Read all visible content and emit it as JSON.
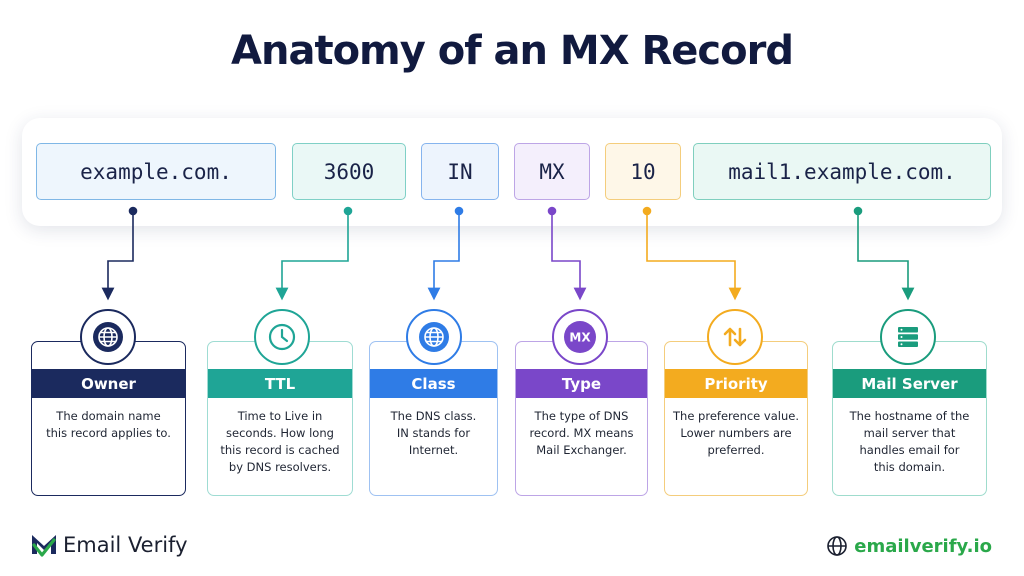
{
  "title": "Anatomy of an MX Record",
  "colors": {
    "navy": "#1b2a5e",
    "teal": "#1fa596",
    "blue": "#2f7ce6",
    "purple": "#7a47c9",
    "orange": "#f3ab1f",
    "green": "#1a9c7d",
    "brand_green": "#2aa84a"
  },
  "record": {
    "fields": [
      {
        "value": "example.com."
      },
      {
        "value": "3600"
      },
      {
        "value": "IN"
      },
      {
        "value": "MX"
      },
      {
        "value": "10"
      },
      {
        "value": "mail1.example.com."
      }
    ]
  },
  "cards": [
    {
      "label": "Owner",
      "icon": "globe-icon",
      "color": "#1b2a5e",
      "desc_lines": [
        "The domain name",
        "this record applies to."
      ]
    },
    {
      "label": "TTL",
      "icon": "clock-icon",
      "color": "#1fa596",
      "desc_lines": [
        "Time to Live in",
        "seconds. How long",
        "this record is cached",
        "by DNS resolvers."
      ]
    },
    {
      "label": "Class",
      "icon": "globe-icon",
      "color": "#2f7ce6",
      "desc_lines": [
        "The DNS class.",
        "IN stands for",
        "Internet."
      ]
    },
    {
      "label": "Type",
      "icon": "mx-badge-icon",
      "icon_text": "MX",
      "color": "#7a47c9",
      "desc_lines": [
        "The type of DNS",
        "record. MX means",
        "Mail Exchanger."
      ]
    },
    {
      "label": "Priority",
      "icon": "sort-arrows-icon",
      "color": "#f3ab1f",
      "desc_lines": [
        "The preference value.",
        "Lower numbers are",
        "preferred."
      ]
    },
    {
      "label": "Mail Server",
      "icon": "server-icon",
      "color": "#1a9c7d",
      "desc_lines": [
        "The hostname of the",
        "mail server that",
        "handles email for",
        "this domain."
      ]
    }
  ],
  "footer": {
    "brand_left": "Email Verify",
    "brand_right": "emailverify.io"
  }
}
